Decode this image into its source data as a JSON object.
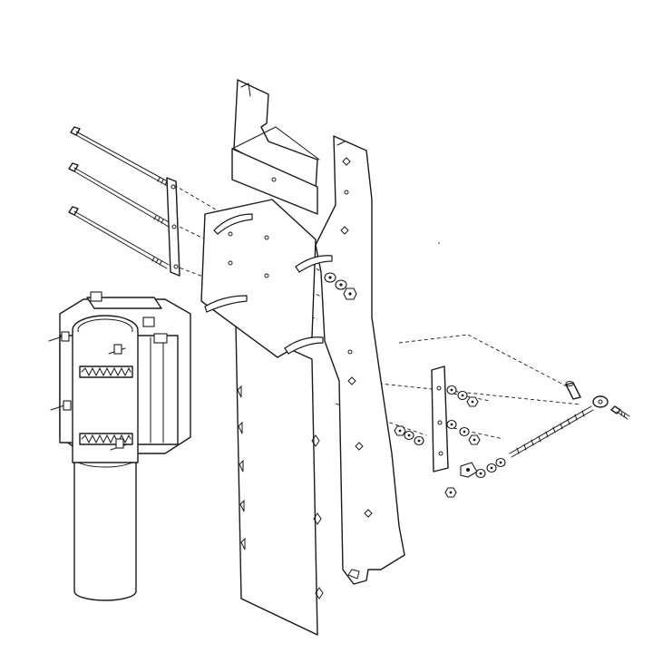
{
  "figure": {
    "kind": "exploded-assembly-line-drawing",
    "background": "#ffffff",
    "line_color": "#1a1a1a",
    "parts": [
      "mast-pipe",
      "pipe-clamp-assembly",
      "long-bolts",
      "clamp-backing-plate",
      "mounting-bracket-body",
      "side-gusset-plate",
      "small-brace-plate",
      "washers-and-nuts",
      "threaded-brace-rod",
      "small-bolt"
    ]
  }
}
